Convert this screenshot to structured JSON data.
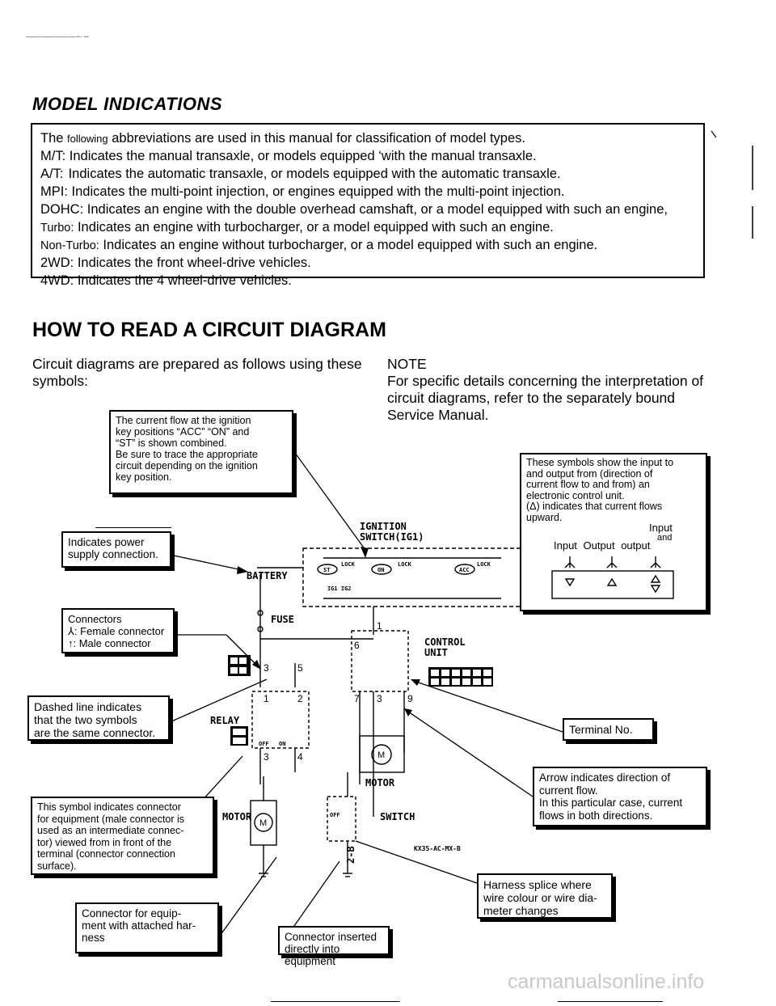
{
  "header_marks": "—— ——  —— — -- ·  ·--",
  "model": {
    "title": "MODEL INDICATIONS",
    "intro_the": "The",
    "intro_following": "following",
    "intro_rest": "abbreviations are used in this manual for classification of model types.",
    "items": [
      {
        "abbr": "M/T:",
        "text": "Indicates the manual transaxle, or models equipped ‘with the manual transaxle."
      },
      {
        "abbr": "A/T:",
        "text": "Indicates the automatic transaxle, or models equipped with the automatic transaxle."
      },
      {
        "abbr": "MPI:",
        "text": "Indicates the multi-point injection, or engines equipped with the multi-point injection."
      },
      {
        "abbr": "DOHC:",
        "text": "Indicates an engine with the double overhead camshaft, or a model equipped with such an engine,"
      },
      {
        "abbr": "Turbo:",
        "text": "Indicates an engine with turbocharger, or a model equipped with such an engine."
      },
      {
        "abbr": "Non-Turbo:",
        "text": "Indicates an engine without turbocharger, or a model equipped with such an engine."
      },
      {
        "abbr": "2WD:",
        "text": "Indicates the front wheel-drive vehicles."
      },
      {
        "abbr": "4WD:",
        "text": "Indicates the 4 wheel-drive vehicles."
      }
    ]
  },
  "circuit": {
    "title": "HOW TO READ A CIRCUIT DIAGRAM",
    "intro_line1": "Circuit diagrams are prepared as follows using these",
    "intro_line2": "symbols:",
    "note_label": "NOTE",
    "note_lines": [
      "For specific details concerning the interpretation of",
      "circuit diagrams, refer to the separately bound",
      "Service Manual."
    ]
  },
  "callouts": {
    "ignition": [
      "The current flow at the ignition",
      "key positions “ACC” “ON” and",
      "“ST” is shown combined.",
      "Be sure to trace the appropriate",
      "circuit depending on the ignition",
      "key position."
    ],
    "symbols": [
      "These symbols show the input to",
      "and output from (direction of",
      "current flow to and from) an",
      "electronic control unit.",
      "(Δ) indicates that current flows",
      "upward."
    ],
    "sym_input": "Input",
    "sym_output": "Output",
    "sym_input_and": "Input",
    "sym_and": "and",
    "sym_output2": "output",
    "power": [
      "Indicates power",
      "supply connection."
    ],
    "connectors": [
      "Connectors",
      ": Female connector",
      ": Male connector"
    ],
    "dashed": [
      "Dashed line indicates",
      "that the two symbols",
      "are the same connector."
    ],
    "terminal": [
      "Terminal No."
    ],
    "arrow": [
      "Arrow indicates direction of",
      "current flow.",
      "In this particular case, current",
      "flows in both directions."
    ],
    "symbol_eq": [
      "This symbol indicates connector",
      "for equipment (male connector is",
      "used as an intermediate connec-",
      "tor) viewed from in front of the",
      "terminal (connector connection",
      "surface)."
    ],
    "harness": [
      "Harness splice where",
      "wire colour or wire dia-",
      "meter changes"
    ],
    "equip": [
      "Connector for equip-",
      "ment with attached har-",
      "ness"
    ],
    "inserted": [
      "Connector inserted",
      "directly into equipment"
    ]
  },
  "diagram": {
    "ignition_label": "IGNITION",
    "switch_label": "SWITCH(IG1)",
    "battery": "BATTERY",
    "fuse": "FUSE",
    "control_unit_1": "CONTROL",
    "control_unit_2": "UNIT",
    "relay": "RELAY",
    "motor_label": "MOTOR",
    "motor_left": "MOTOR",
    "switch": "SWITCH",
    "off": "OFF",
    "on": "ON",
    "st": "ST",
    "lock": "LOCK",
    "on_k": "ON",
    "acc": "ACC",
    "ig": "IG1 IG2",
    "wire_code": "2-B",
    "code": "KX35-AC-MX-B",
    "n1": "1",
    "n2": "2",
    "n3": "3",
    "n4": "4",
    "n5": "5",
    "n6": "6",
    "n7": "7",
    "n9": "9",
    "m": "M"
  },
  "watermark": "carmanualsonline.info"
}
